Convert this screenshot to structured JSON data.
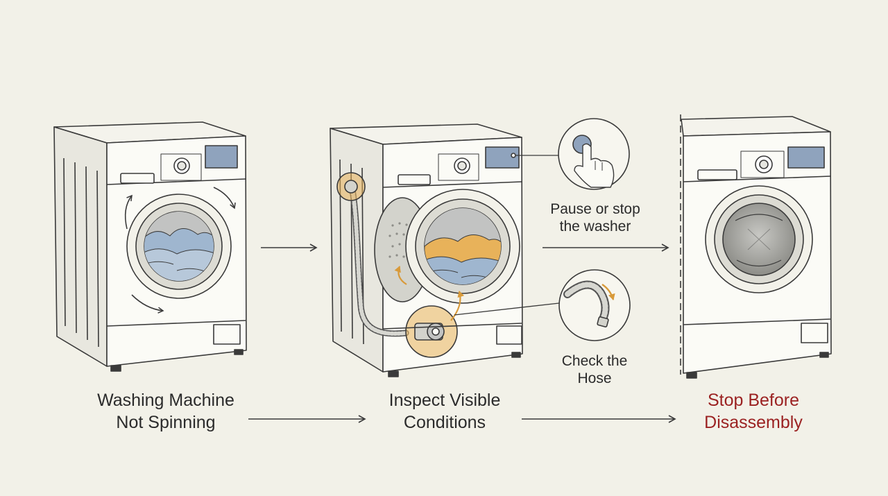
{
  "steps": [
    {
      "line1": "Washing Machine",
      "line2": "Not Spinning"
    },
    {
      "line1": "Inspect Visible",
      "line2": "Conditions"
    },
    {
      "line1": "Stop Before",
      "line2": "Disassembly"
    }
  ],
  "callouts": {
    "pause": {
      "line1": "Pause or stop",
      "line2": "the washer"
    },
    "hose": {
      "line1": "Check the",
      "line2": "Hose"
    }
  },
  "colors": {
    "background": "#f2f1e8",
    "ink": "#3a3a3a",
    "highlight": "#e8b25a",
    "warning": "#9b2222",
    "panel": "#8fa3bd",
    "water": "#9fb6cf"
  }
}
